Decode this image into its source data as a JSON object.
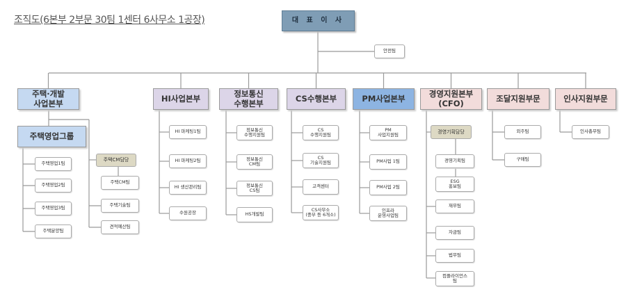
{
  "title": "조직도(6본부 2부문 30팀 1센터 6사무소 1공장)",
  "ceo": "대 표 이 사",
  "safety_team": "안전팀",
  "colors": {
    "ceo": "#7f9db5",
    "housing": "#c5d9f1",
    "purple": "#dcd5e8",
    "pm": "#8db4e2",
    "pink": "#f2dcdb",
    "tan": "#ddd9c4"
  },
  "divisions": [
    {
      "name": "주택·개발\n사업본부",
      "group": "주택영업그룹",
      "group_teams": [
        "주택영업1팀",
        "주택영업2팀",
        "주택영업3팀",
        "주택분양팀"
      ],
      "sub_head": "주택CM담당",
      "teams": [
        "주택CM팀",
        "주택기술팀",
        "견적예산팀"
      ]
    },
    {
      "name": "HI사업본부",
      "teams": [
        "HI 마케팅1팀",
        "HI 마케팅2팀",
        "HI 생산관리팀",
        "수원공장"
      ]
    },
    {
      "name": "정보통신\n수행본부",
      "teams": [
        "정보통신\n수행지원팀",
        "정보통신\nCM팀",
        "정보통신\nCS팀",
        "HS개발팀"
      ]
    },
    {
      "name": "CS수행본부",
      "teams": [
        "CS\n수행지원팀",
        "CS\n기술지원팀",
        "고객센터",
        "CS사무소\n(중부 등 6개소)"
      ]
    },
    {
      "name": "PM사업본부",
      "teams": [
        "PM\n사업지원팀",
        "PM사업 1팀",
        "PM사업 2팀",
        "인프라\n운영사업팀"
      ]
    },
    {
      "name": "경영지원본부\n(CFO)",
      "sub_head": "경영기획담당",
      "teams": [
        "경영기획팀",
        "ESG\n홍보팀",
        "재무팀",
        "자금팀",
        "법무팀",
        "컴플라이언스\n팀"
      ]
    },
    {
      "name": "조달지원부문",
      "teams": [
        "외주팀",
        "구매팀"
      ]
    },
    {
      "name": "인사지원부문",
      "teams": [
        "인사총무팀"
      ]
    }
  ]
}
